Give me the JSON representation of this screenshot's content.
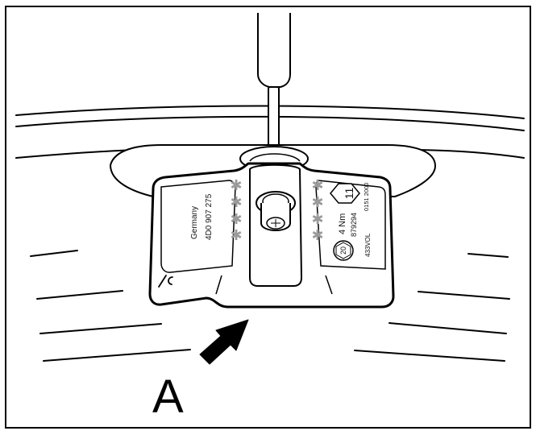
{
  "callout_letter": "A",
  "sensor_text": {
    "country": "Germany",
    "part_number": "4D0 907 275",
    "torque": "4 Nm",
    "code_a": "879294",
    "code_b": "0151 2000",
    "code_c": "433VOL",
    "hex_number": "11",
    "round_number": "20"
  },
  "colors": {
    "line": "#000000",
    "background": "#ffffff",
    "asterisk": "#9a9a9a"
  },
  "icons": [
    "asterisk-icon",
    "hexagon-icon",
    "round-badge-icon",
    "arrow-icon"
  ]
}
